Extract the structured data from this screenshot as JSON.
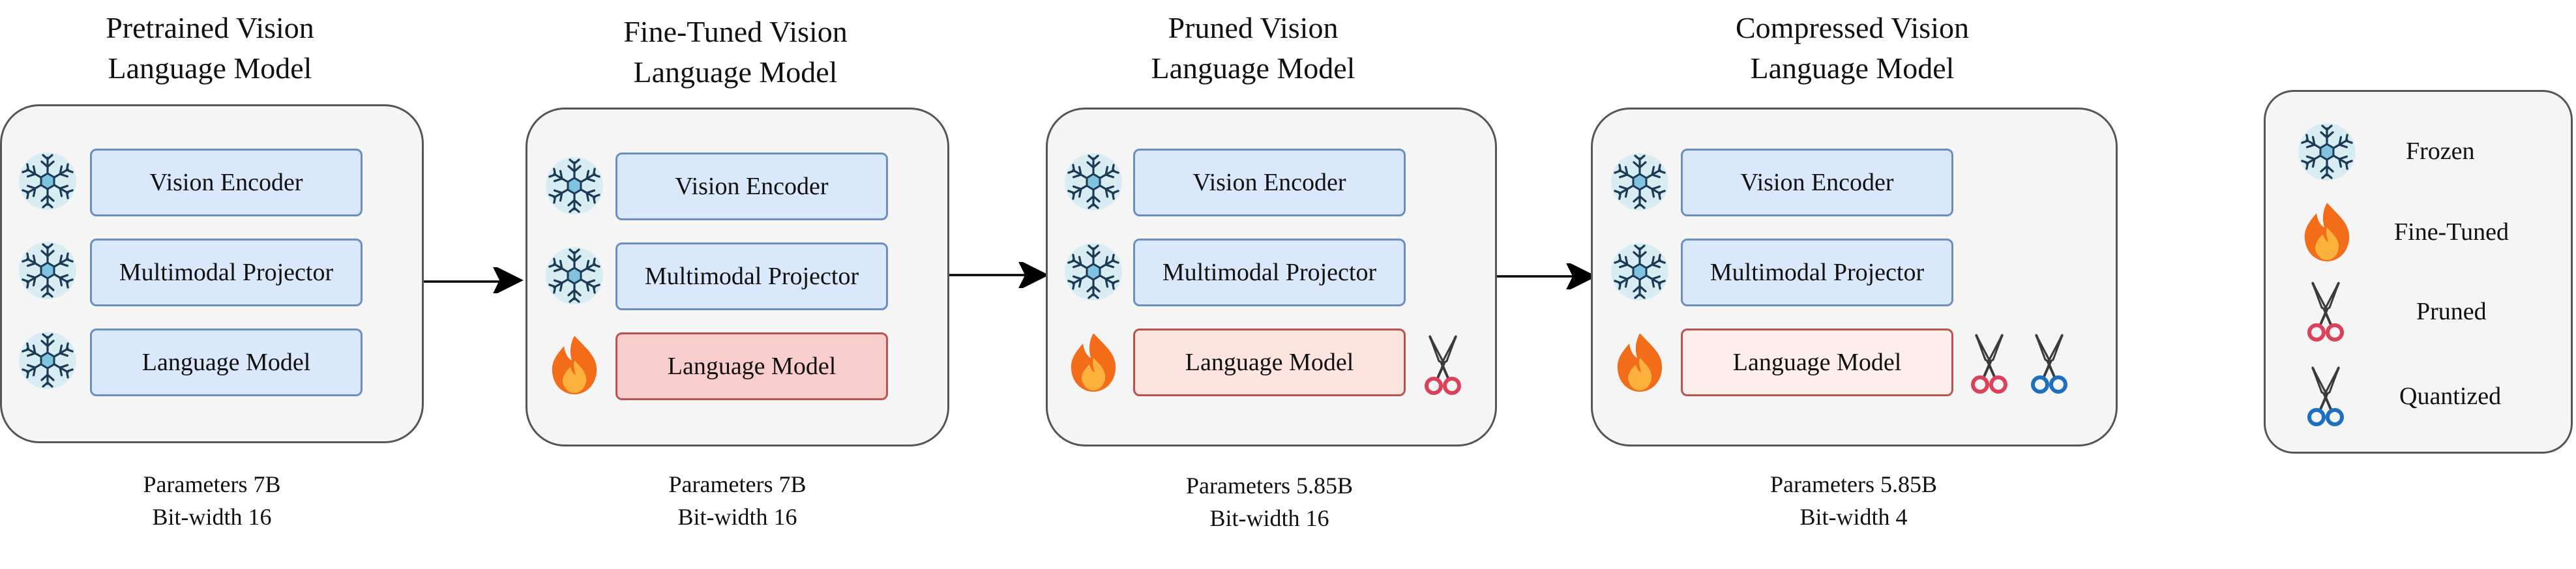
{
  "stages": [
    {
      "title_line1": "Pretrained Vision",
      "title_line2": "Language Model",
      "components": [
        "Vision Encoder",
        "Multimodal Projector",
        "Language Model"
      ],
      "component_states": [
        "frozen",
        "frozen",
        "frozen"
      ],
      "params_line": "Parameters 7B",
      "bits_line": "Bit-width 16"
    },
    {
      "title_line1": "Fine-Tuned Vision",
      "title_line2": "Language Model",
      "components": [
        "Vision Encoder",
        "Multimodal Projector",
        "Language Model"
      ],
      "component_states": [
        "frozen",
        "frozen",
        "fine-tuned"
      ],
      "params_line": "Parameters 7B",
      "bits_line": "Bit-width 16"
    },
    {
      "title_line1": "Pruned Vision",
      "title_line2": "Language Model",
      "components": [
        "Vision Encoder",
        "Multimodal Projector",
        "Language Model"
      ],
      "component_states": [
        "frozen",
        "frozen",
        "fine-tuned, pruned"
      ],
      "params_line": "Parameters 5.85B",
      "bits_line": "Bit-width 16"
    },
    {
      "title_line1": "Compressed Vision",
      "title_line2": "Language Model",
      "components": [
        "Vision Encoder",
        "Multimodal Projector",
        "Language Model"
      ],
      "component_states": [
        "frozen",
        "frozen",
        "fine-tuned, pruned, quantized"
      ],
      "params_line": "Parameters 5.85B",
      "bits_line": "Bit-width 4"
    }
  ],
  "legend": {
    "frozen": "Frozen",
    "fine_tuned": "Fine-Tuned",
    "pruned": "Pruned",
    "quantized": "Quantized"
  },
  "colors": {
    "panel_fill": "#f5f5f5",
    "panel_stroke": "#555555",
    "frozen_block_fill": "#dae8fc",
    "frozen_block_stroke": "#6c8ebf",
    "tuned_block_fill": "#f8cecc",
    "tuned_block_stroke": "#b85450",
    "snowflake": "#2c7fa8",
    "flame": "#f26c1a",
    "scissors_pruned_handle": "#d9425a",
    "scissors_quantized_handle": "#1f6fc0"
  },
  "icons": [
    "snowflake-icon",
    "flame-icon",
    "scissors-icon"
  ]
}
